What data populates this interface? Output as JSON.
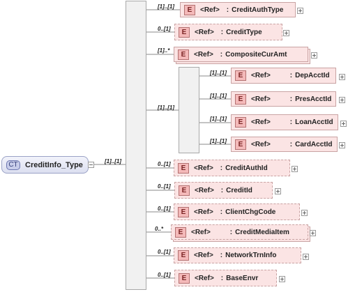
{
  "complex_type": {
    "badge": "CT",
    "name": "CreditInfo_Type",
    "card": "[1]..[1]"
  },
  "inner_sequence_card": "[1]..[1]",
  "items": [
    {
      "badge": "E",
      "ref": "<Ref>",
      "name": "CreditAuthType",
      "card": "[1]..[1]",
      "optional": false,
      "multi": false
    },
    {
      "badge": "E",
      "ref": "<Ref>",
      "name": "CreditType",
      "card": "0..[1]",
      "optional": true,
      "multi": false
    },
    {
      "badge": "E",
      "ref": "<Ref>",
      "name": "CompositeCurAmt",
      "card": "[1]..*",
      "optional": false,
      "multi": true
    },
    {
      "badge": "E",
      "ref": "<Ref>",
      "name": "DepAcctId",
      "card": "[1]..[1]",
      "optional": false,
      "multi": false
    },
    {
      "badge": "E",
      "ref": "<Ref>",
      "name": "PresAcctId",
      "card": "[1]..[1]",
      "optional": false,
      "multi": false
    },
    {
      "badge": "E",
      "ref": "<Ref>",
      "name": "LoanAcctId",
      "card": "[1]..[1]",
      "optional": false,
      "multi": false
    },
    {
      "badge": "E",
      "ref": "<Ref>",
      "name": "CardAcctId",
      "card": "[1]..[1]",
      "optional": false,
      "multi": false
    },
    {
      "badge": "E",
      "ref": "<Ref>",
      "name": "CreditAuthId",
      "card": "0..[1]",
      "optional": true,
      "multi": false
    },
    {
      "badge": "E",
      "ref": "<Ref>",
      "name": "CreditId",
      "card": "0..[1]",
      "optional": true,
      "multi": false
    },
    {
      "badge": "E",
      "ref": "<Ref>",
      "name": "ClientChgCode",
      "card": "0..[1]",
      "optional": true,
      "multi": false
    },
    {
      "badge": "E",
      "ref": "<Ref>",
      "name": "CreditMediaItem",
      "card": "0..*",
      "optional": true,
      "multi": true
    },
    {
      "badge": "E",
      "ref": "<Ref>",
      "name": "NetworkTrnInfo",
      "card": "0..[1]",
      "optional": true,
      "multi": false
    },
    {
      "badge": "E",
      "ref": "<Ref>",
      "name": "BaseEnvr",
      "card": "0..[1]",
      "optional": true,
      "multi": false
    }
  ],
  "colors": {
    "element_fill": "#fbe4e4",
    "element_border": "#c9a3a3",
    "badge_fill": "#f4b9b9",
    "ct_fill": "#dcdff0",
    "connector": "#888888"
  },
  "icons": {
    "sequence": "sequence-icon",
    "expand": "plus-icon",
    "collapse": "minus-icon"
  }
}
